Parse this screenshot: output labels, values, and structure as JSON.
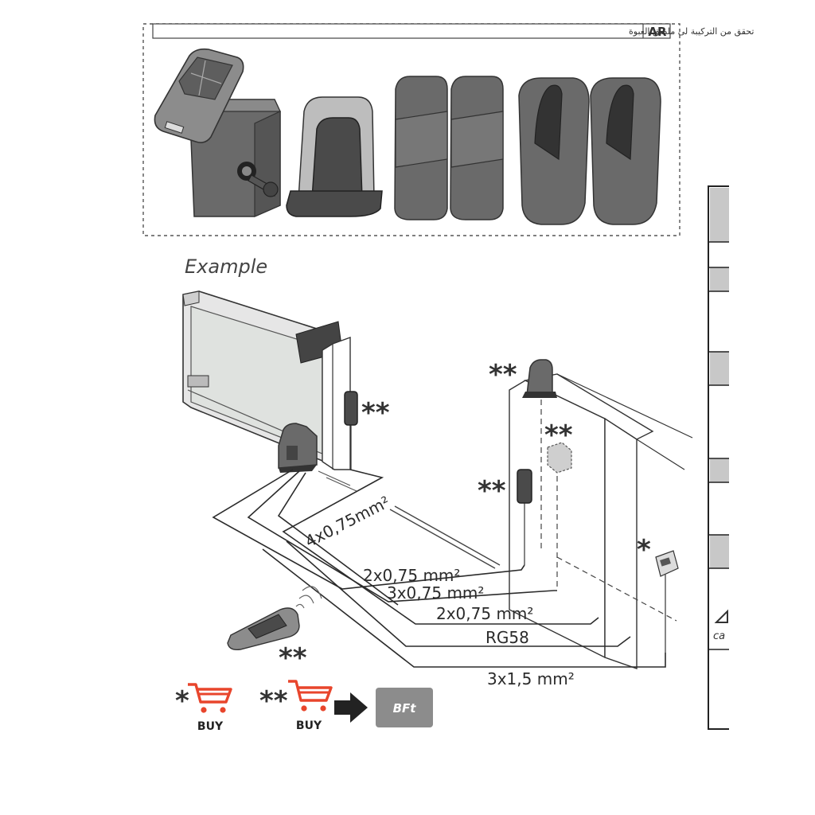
{
  "header": {
    "language_code": "AR",
    "instruction_text": "تحقق من التركيبة لى ملصق العبوة"
  },
  "diagram": {
    "example_label": "Example",
    "cable_labels": [
      "4x0,75mm²",
      "2x0,75 mm²",
      "3x0,75 mm²",
      "2x0,75 mm²",
      "RG58",
      "3x1,5 mm²"
    ],
    "marker_single": "*",
    "marker_double": "**"
  },
  "footer": {
    "buy_single_marker": "*",
    "buy_double_marker": "**",
    "buy_label": "BUY",
    "brand_label": "BFt"
  },
  "side_panel": {
    "cut_text": "ca"
  },
  "colors": {
    "cart_red": "#e8452c",
    "device_gray": "#6a6a6a",
    "brand_gray": "#8c8c8c",
    "panel_gray": "#c8c8c8"
  }
}
